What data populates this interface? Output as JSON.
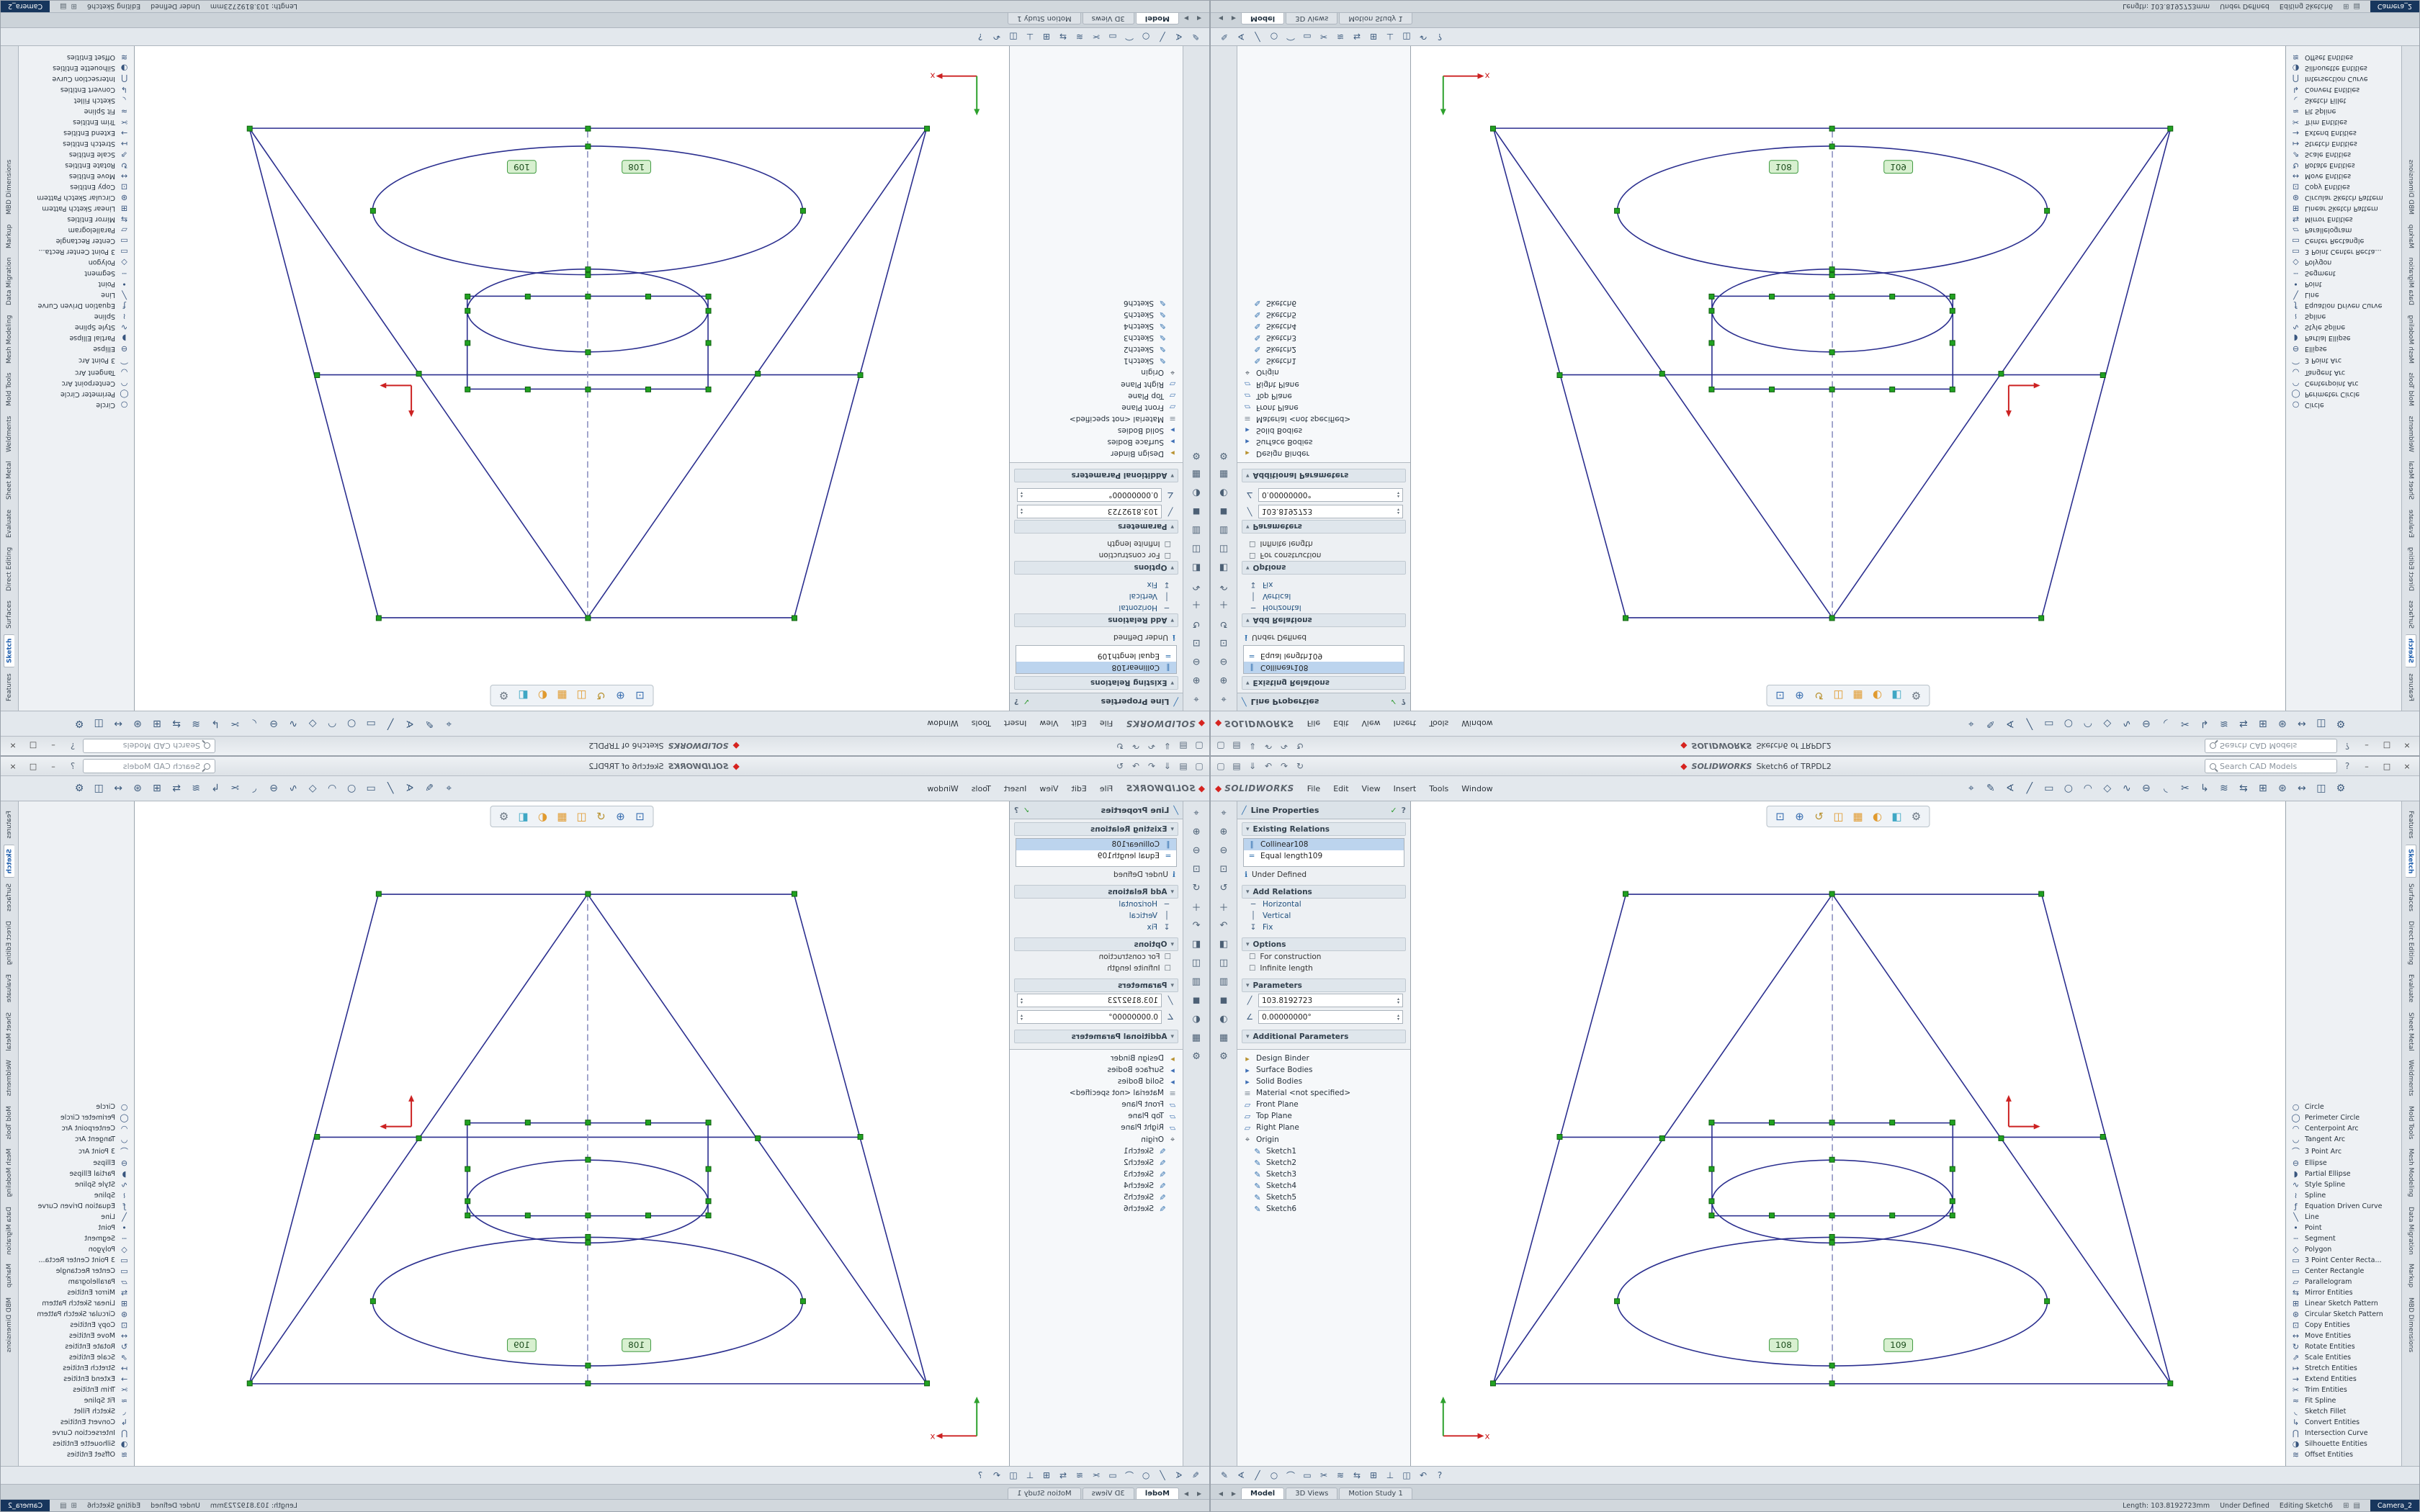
{
  "window": {
    "wordmark": "SOLIDWORKS",
    "title_doc": "Sketch6 of TRPDL2",
    "menus": [
      "File",
      "Edit",
      "View",
      "Insert",
      "Tools",
      "Window"
    ],
    "search_placeholder": "Search CAD Models",
    "controls": {
      "min": "–",
      "max": "□",
      "close": "×"
    }
  },
  "glyphs": {
    "chevron": "▾",
    "check": "✓",
    "help": "?",
    "info": "ℹ",
    "checkbox": "☐",
    "spin_up": "▴",
    "spin_dn": "▾",
    "arrow_left": "◀",
    "arrow_right": "▶",
    "logo": "◆",
    "pm_icon": "╱"
  },
  "quick_access": [
    {
      "name": "new-file-icon",
      "glyph": "▢"
    },
    {
      "name": "open-file-icon",
      "glyph": "▤"
    },
    {
      "name": "save-icon",
      "glyph": "⇓"
    },
    {
      "name": "undo-icon",
      "glyph": "↶"
    },
    {
      "name": "redo-icon",
      "glyph": "↷"
    },
    {
      "name": "rebuild-icon",
      "glyph": "↻"
    }
  ],
  "command_toolbar": [
    {
      "name": "select-icon",
      "glyph": "⌖"
    },
    {
      "name": "sketch-icon",
      "glyph": "✎"
    },
    {
      "name": "smart-dimension-icon",
      "glyph": "∢"
    },
    {
      "name": "line-icon",
      "glyph": "╱"
    },
    {
      "name": "rectangle-icon",
      "glyph": "▭"
    },
    {
      "name": "circle-icon",
      "glyph": "○"
    },
    {
      "name": "arc-icon",
      "glyph": "◠"
    },
    {
      "name": "polygon-icon",
      "glyph": "◇"
    },
    {
      "name": "spline-icon",
      "glyph": "∿"
    },
    {
      "name": "ellipse-icon",
      "glyph": "⊖"
    },
    {
      "name": "fillet-icon",
      "glyph": "◟"
    },
    {
      "name": "trim-icon",
      "glyph": "✂"
    },
    {
      "name": "convert-icon",
      "glyph": "↳"
    },
    {
      "name": "offset-icon",
      "glyph": "≋"
    },
    {
      "name": "mirror-icon",
      "glyph": "⇆"
    },
    {
      "name": "linear-pattern-icon",
      "glyph": "⊞"
    },
    {
      "name": "circular-pattern-icon",
      "glyph": "⊛"
    },
    {
      "name": "move-icon",
      "glyph": "↔"
    },
    {
      "name": "display-style-icon",
      "glyph": "◫"
    },
    {
      "name": "options-icon",
      "glyph": "⚙"
    }
  ],
  "headsup_toolbar": [
    {
      "name": "zoom-fit-icon",
      "glyph": "⊡",
      "color": "#3a6fb0"
    },
    {
      "name": "zoom-area-icon",
      "glyph": "⊕",
      "color": "#3a6fb0"
    },
    {
      "name": "previous-view-icon",
      "glyph": "↺",
      "color": "#b8912f"
    },
    {
      "name": "section-view-icon",
      "glyph": "◫",
      "color": "#e09a2f"
    },
    {
      "name": "view-orientation-icon",
      "glyph": "▦",
      "color": "#e09a2f"
    },
    {
      "name": "display-style-icon",
      "glyph": "◐",
      "color": "#e09a2f"
    },
    {
      "name": "hide-show-icon",
      "glyph": "◧",
      "color": "#3fa7c4"
    },
    {
      "name": "view-settings-icon",
      "glyph": "⚙",
      "color": "#6b7682"
    }
  ],
  "left_strip": [
    {
      "name": "select-filter-icon",
      "glyph": "⌖"
    },
    {
      "name": "zoom-in-icon",
      "glyph": "⊕"
    },
    {
      "name": "zoom-out-icon",
      "glyph": "⊖"
    },
    {
      "name": "zoom-fit-icon",
      "glyph": "⊡"
    },
    {
      "name": "rotate-view-icon",
      "glyph": "↺"
    },
    {
      "name": "pan-icon",
      "glyph": "＋"
    },
    {
      "name": "previous-view-icon",
      "glyph": "↶"
    },
    {
      "name": "section-view-icon",
      "glyph": "◧"
    },
    {
      "name": "wireframe-icon",
      "glyph": "◫"
    },
    {
      "name": "hidden-lines-icon",
      "glyph": "▥"
    },
    {
      "name": "shaded-icon",
      "glyph": "◼"
    },
    {
      "name": "appearance-icon",
      "glyph": "◐"
    },
    {
      "name": "scene-icon",
      "glyph": "▦"
    },
    {
      "name": "settings-icon",
      "glyph": "⚙"
    }
  ],
  "bottom_strip": [
    {
      "name": "sketch-icon",
      "glyph": "✎"
    },
    {
      "name": "smart-dimension-icon",
      "glyph": "∢"
    },
    {
      "name": "line-icon",
      "glyph": "╱"
    },
    {
      "name": "circle-icon",
      "glyph": "○"
    },
    {
      "name": "arc-icon",
      "glyph": "⌒"
    },
    {
      "name": "rectangle-icon",
      "glyph": "▭"
    },
    {
      "name": "trim-icon",
      "glyph": "✂"
    },
    {
      "name": "offset-icon",
      "glyph": "≋"
    },
    {
      "name": "mirror-icon",
      "glyph": "⇆"
    },
    {
      "name": "pattern-icon",
      "glyph": "⊞"
    },
    {
      "name": "relations-icon",
      "glyph": "⊥"
    },
    {
      "name": "display-icon",
      "glyph": "◫"
    },
    {
      "name": "undo-icon",
      "glyph": "↶"
    },
    {
      "name": "help-icon",
      "glyph": "?"
    }
  ],
  "property_manager": {
    "title": "Line Properties",
    "existing_relations": {
      "header": "Existing Relations",
      "items": [
        {
          "glyph": "∥",
          "label": "Collinear108",
          "cls": "sel"
        },
        {
          "glyph": "=",
          "label": "Equal length109"
        }
      ]
    },
    "status_info": "Under Defined",
    "add_relations": {
      "header": "Add Relations",
      "items": [
        {
          "glyph": "─",
          "label": "Horizontal"
        },
        {
          "glyph": "│",
          "label": "Vertical"
        },
        {
          "glyph": "↧",
          "label": "Fix"
        }
      ]
    },
    "options": {
      "header": "Options",
      "items": [
        {
          "label": "For construction"
        },
        {
          "label": "Infinite length"
        }
      ]
    },
    "parameters": {
      "header": "Parameters",
      "items": [
        {
          "glyph": "╱",
          "value": "103.8192723"
        },
        {
          "glyph": "∠",
          "value": "0.00000000°"
        }
      ]
    },
    "additional_header": "Additional Parameters"
  },
  "feature_tree": {
    "items": [
      {
        "glyph": "▸",
        "label": "Design Binder",
        "color": "#b8912f"
      },
      {
        "glyph": "▸",
        "label": "Surface Bodies",
        "color": "#3f6fb5"
      },
      {
        "glyph": "▸",
        "label": "Solid Bodies",
        "color": "#3f6fb5"
      },
      {
        "glyph": "≡",
        "label": "Material <not specified>",
        "color": "#7c8894"
      },
      {
        "glyph": "▱",
        "label": "Front Plane",
        "color": "#4a7ab5"
      },
      {
        "glyph": "▱",
        "label": "Top Plane",
        "color": "#4a7ab5"
      },
      {
        "glyph": "▱",
        "label": "Right Plane",
        "color": "#4a7ab5"
      },
      {
        "glyph": "⌖",
        "label": "Origin",
        "color": "#555f69"
      },
      {
        "glyph": "✎",
        "label": "Sketch1",
        "color": "#2f6fae",
        "cls": "indent"
      },
      {
        "glyph": "✎",
        "label": "Sketch2",
        "color": "#2f6fae",
        "cls": "indent"
      },
      {
        "glyph": "✎",
        "label": "Sketch3",
        "color": "#2f6fae",
        "cls": "indent"
      },
      {
        "glyph": "✎",
        "label": "Sketch4",
        "color": "#2f6fae",
        "cls": "indent"
      },
      {
        "glyph": "✎",
        "label": "Sketch5",
        "color": "#2f6fae",
        "cls": "indent"
      },
      {
        "glyph": "✎",
        "label": "Sketch6",
        "color": "#2f6fae",
        "cls": "indent"
      }
    ]
  },
  "sketch_tools": [
    {
      "glyph": "○",
      "label": "Circle"
    },
    {
      "glyph": "◯",
      "label": "Perimeter Circle"
    },
    {
      "glyph": "◠",
      "label": "Centerpoint Arc"
    },
    {
      "glyph": "◡",
      "label": "Tangent Arc"
    },
    {
      "glyph": "⌒",
      "label": "3 Point Arc"
    },
    {
      "glyph": "⊖",
      "label": "Ellipse"
    },
    {
      "glyph": "◗",
      "label": "Partial Ellipse"
    },
    {
      "glyph": "∿",
      "label": "Style Spline"
    },
    {
      "glyph": "≀",
      "label": "Spline"
    },
    {
      "glyph": "ƒ",
      "label": "Equation Driven Curve"
    },
    {
      "glyph": "╲",
      "label": "Line"
    },
    {
      "glyph": "•",
      "label": "Point"
    },
    {
      "glyph": "┄",
      "label": "Segment"
    },
    {
      "glyph": "◇",
      "label": "Polygon"
    },
    {
      "glyph": "▭",
      "label": "3 Point Center Recta..."
    },
    {
      "glyph": "▭",
      "label": "Center Rectangle"
    },
    {
      "glyph": "▱",
      "label": "Parallelogram"
    },
    {
      "glyph": "⇆",
      "label": "Mirror Entities"
    },
    {
      "glyph": "⊞",
      "label": "Linear Sketch Pattern"
    },
    {
      "glyph": "⊛",
      "label": "Circular Sketch Pattern"
    },
    {
      "glyph": "⊡",
      "label": "Copy Entities"
    },
    {
      "glyph": "↔",
      "label": "Move Entities"
    },
    {
      "glyph": "↻",
      "label": "Rotate Entities"
    },
    {
      "glyph": "⇗",
      "label": "Scale Entities"
    },
    {
      "glyph": "↦",
      "label": "Stretch Entities"
    },
    {
      "glyph": "→",
      "label": "Extend Entities"
    },
    {
      "glyph": "✂",
      "label": "Trim Entities"
    },
    {
      "glyph": "≈",
      "label": "Fit Spline"
    },
    {
      "glyph": "◟",
      "label": "Sketch Fillet"
    },
    {
      "glyph": "↳",
      "label": "Convert Entities"
    },
    {
      "glyph": "⋂",
      "label": "Intersection Curve"
    },
    {
      "glyph": "◑",
      "label": "Silhouette Entities"
    },
    {
      "glyph": "≋",
      "label": "Offset Entities"
    }
  ],
  "command_tabs": [
    {
      "label": "Features"
    },
    {
      "label": "Sketch",
      "cls": "active"
    },
    {
      "label": "Surfaces"
    },
    {
      "label": "Direct Editing"
    },
    {
      "label": "Evaluate"
    },
    {
      "label": "Sheet Metal"
    },
    {
      "label": "Weldments"
    },
    {
      "label": "Mold Tools"
    },
    {
      "label": "Mesh Modeling"
    },
    {
      "label": "Data Migration"
    },
    {
      "label": "Markup"
    },
    {
      "label": "MBD Dimensions"
    }
  ],
  "model_tabs": [
    {
      "label": "Model",
      "cls": "active"
    },
    {
      "label": "3D Views"
    },
    {
      "label": "Motion Study 1"
    }
  ],
  "status_bar": {
    "length": "Length: 103.8192723mm",
    "state": "Under Defined",
    "editing": "Editing Sketch6",
    "icons": [
      {
        "name": "grid-icon",
        "glyph": "⊞"
      },
      {
        "name": "units-icon",
        "glyph": "▤"
      }
    ],
    "badge": "Camera_2"
  },
  "sketch": {
    "tags": [
      "108",
      "109"
    ],
    "triad_label": "x"
  }
}
